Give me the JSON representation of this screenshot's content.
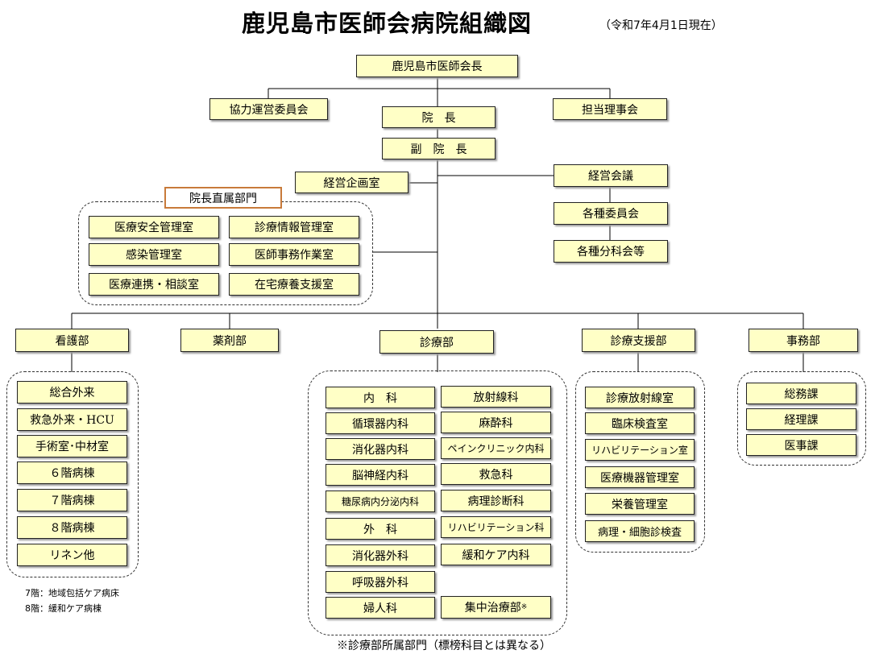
{
  "title": "鹿児島市医師会病院組織図",
  "date": "（令和7年4月1日現在）",
  "top": {
    "chairman": "鹿児島市医師会長",
    "kyoryoku": "協力運営委員会",
    "director": "院　長",
    "tanto": "担当理事会",
    "vice_director": "副　院　長",
    "keiei_kikaku": "経営企画室",
    "keiei_kaigi": "経営会議",
    "iinkai": "各種委員会",
    "bunkakai": "各種分科会等"
  },
  "chokuzoku": {
    "label": "院長直属部門",
    "items": [
      "医療安全管理室",
      "診療情報管理室",
      "感染管理室",
      "医師事務作業室",
      "医療連携・相談室",
      "在宅療養支援室"
    ]
  },
  "departments": {
    "kango": "看護部",
    "yakuzai": "薬剤部",
    "shinryo": "診療部",
    "shien": "診療支援部",
    "jimu": "事務部"
  },
  "kango_items": [
    "総合外来",
    "救急外来・HCU",
    "手術室･中材室",
    "６階病棟",
    "７階病棟",
    "８階病棟",
    "リネン他"
  ],
  "kango_notes": [
    "7階：地域包括ケア病床",
    "8階：緩和ケア病棟"
  ],
  "shinryo_left": [
    "内　科",
    "循環器内科",
    "消化器内科",
    "脳神経内科",
    "糖尿病内分泌内科",
    "外　科",
    "消化器外科",
    "呼吸器外科",
    "婦人科"
  ],
  "shinryo_right": [
    "放射線科",
    "麻酔科",
    "ペインクリニック内科",
    "救急科",
    "病理診断科",
    "リハビリテーション科",
    "緩和ケア内科"
  ],
  "shuchu": {
    "label": "集中治療部",
    "mark": "※"
  },
  "footnote": "※診療部所属部門（標榜科目とは異なる）",
  "shien_items": [
    "診療放射線室",
    "臨床検査室",
    "リハビリテーション室",
    "医療機器管理室",
    "栄養管理室",
    "病理・細胞診検査"
  ],
  "jimu_items": [
    "総務課",
    "経理課",
    "医事課"
  ],
  "colors": {
    "box_fill": "#ffffc6",
    "label_border": "#c87a3a",
    "line": "#000000"
  }
}
